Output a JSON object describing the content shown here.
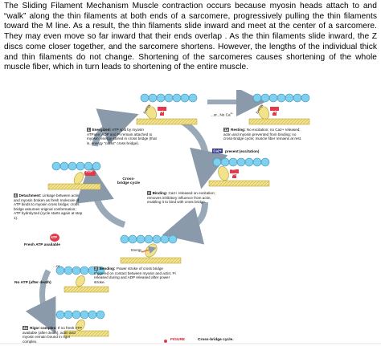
{
  "intro": "The Sliding Filament Mechanism Muscle contraction occurs because myosin heads attach to and “walk” along the thin filaments at both ends of a sarcomere, progressively pulling the thin filaments toward the M line. As a result, the thin filaments slide inward and meet at the center of a sarcomere. They may even move so far inward that their ends overlap . As the thin filaments slide inward, the Z discs come closer together, and the sarcomere shortens. However, the lengths of the individual thick and thin filaments do not change. Shortening of the sarcomeres causes shortening of the whole muscle fiber, which in turn leads to shortening of the entire muscle.",
  "figure": {
    "steps": {
      "s1": {
        "num": "1",
        "title": "Energized:",
        "text": "ATP split by myosin ATPase; ADP and Pi remain attached to myosin; energy stored in cross bridge (that is, energy “cocks” cross bridge)."
      },
      "s1a": {
        "num": "1a",
        "title": "Resting:",
        "text": "No excitation; no Ca2+ released; actin and myosin prevented from binding; no cross-bridge cycle; muscle fiber remains at rest."
      },
      "s2": {
        "num": "2",
        "title": "Binding:",
        "text": "Ca2+ released on excitation; removes inhibitory influence from actin, enabling it to bind with cross bridge."
      },
      "s3": {
        "num": "3",
        "title": "Bending:",
        "text": "Power stroke of cross bridge triggered on contact between myosin and actin; Pi released during and ADP released after power stroke."
      },
      "s4": {
        "num": "4",
        "title": "Detachment:",
        "text": "Linkage between actin and myosin broken as fresh molecule of ATP binds to myosin cross bridge; cross bridge assumes original conformation; ATP hydrolyzed (cycle starts again at step 1)."
      },
      "s4a": {
        "num": "4a",
        "title": "Rigor complex:",
        "text": "If no fresh ATP available (after death), actin and myosin remain bound in rigor complex."
      }
    },
    "labels": {
      "or_no_ca": "...or...No Ca",
      "ca_present": "present (excitation)",
      "ca_badge": "Ca2+",
      "cycle": "Cross-bridge cycle",
      "fresh_atp": "Fresh ATP available",
      "or": "...or...",
      "no_atp": "No ATP (after death)",
      "atp": "ATP",
      "adp": "ADP",
      "pi": "Pi",
      "energy": "Energy",
      "figure_tag": "FIGURE",
      "caption": "Cross-bridge cycle."
    },
    "colors": {
      "actin": "#7fd0ee",
      "actin_edge": "#3a8fb8",
      "myosin": "#f2e28a",
      "myosin_edge": "#b09a2e",
      "atp": "#e23a4a",
      "arrow": "#9aa9b8"
    }
  }
}
